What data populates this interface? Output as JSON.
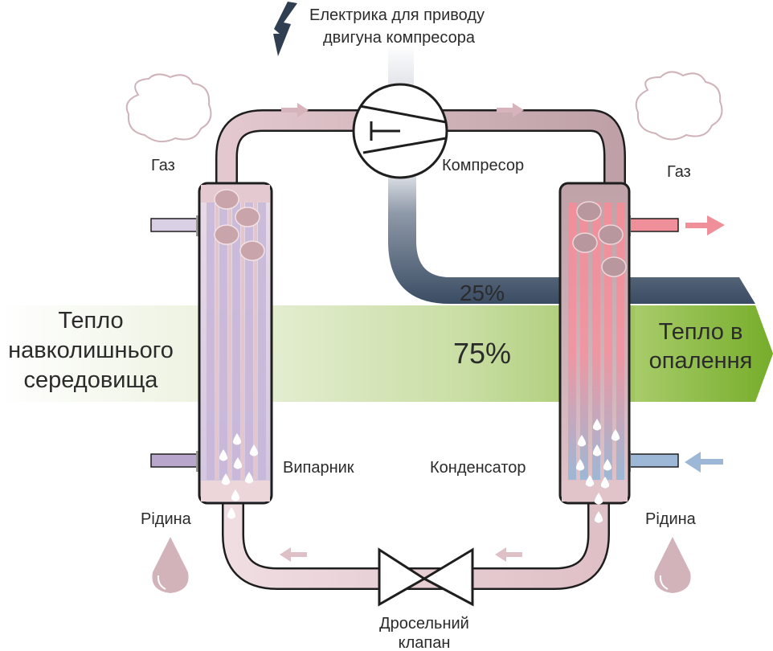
{
  "title": "Heat pump cycle diagram",
  "labels": {
    "electricity_line1": "Електрика для приводу",
    "electricity_line2": "двигуна компресора",
    "compressor": "Компресор",
    "gas_left": "Газ",
    "gas_right": "Газ",
    "evaporator": "Випарник",
    "condenser": "Конденсатор",
    "liquid_left": "Рідина",
    "liquid_right": "Рідина",
    "valve_line1": "Дросельний",
    "valve_line2": "клапан",
    "ambient_line1": "Тепло",
    "ambient_line2": "навколишнього",
    "ambient_line3": "середовища",
    "heating_line1": "Тепло в",
    "heating_line2": "опалення"
  },
  "energy_shares": {
    "electric_percent_label": "25%",
    "ambient_percent_label": "75%",
    "electric_fraction": 0.25,
    "ambient_fraction": 0.75
  },
  "colors": {
    "pipe_hot": "#c9a4ab",
    "pipe_cold": "#e8cfd4",
    "electric_flow": "#3a4c63",
    "ambient_flow": "#8ab83c",
    "hot_water": "#ef8f9a",
    "cold_water": "#9db8d6",
    "evap_tube": "#c9c0dc",
    "outline": "#1e1e1e"
  },
  "icons": {
    "electricity": "lightning-bolt-icon",
    "gas": "cloud-icon",
    "liquid": "droplet-icon",
    "flow_direction": "arrow-icon"
  }
}
